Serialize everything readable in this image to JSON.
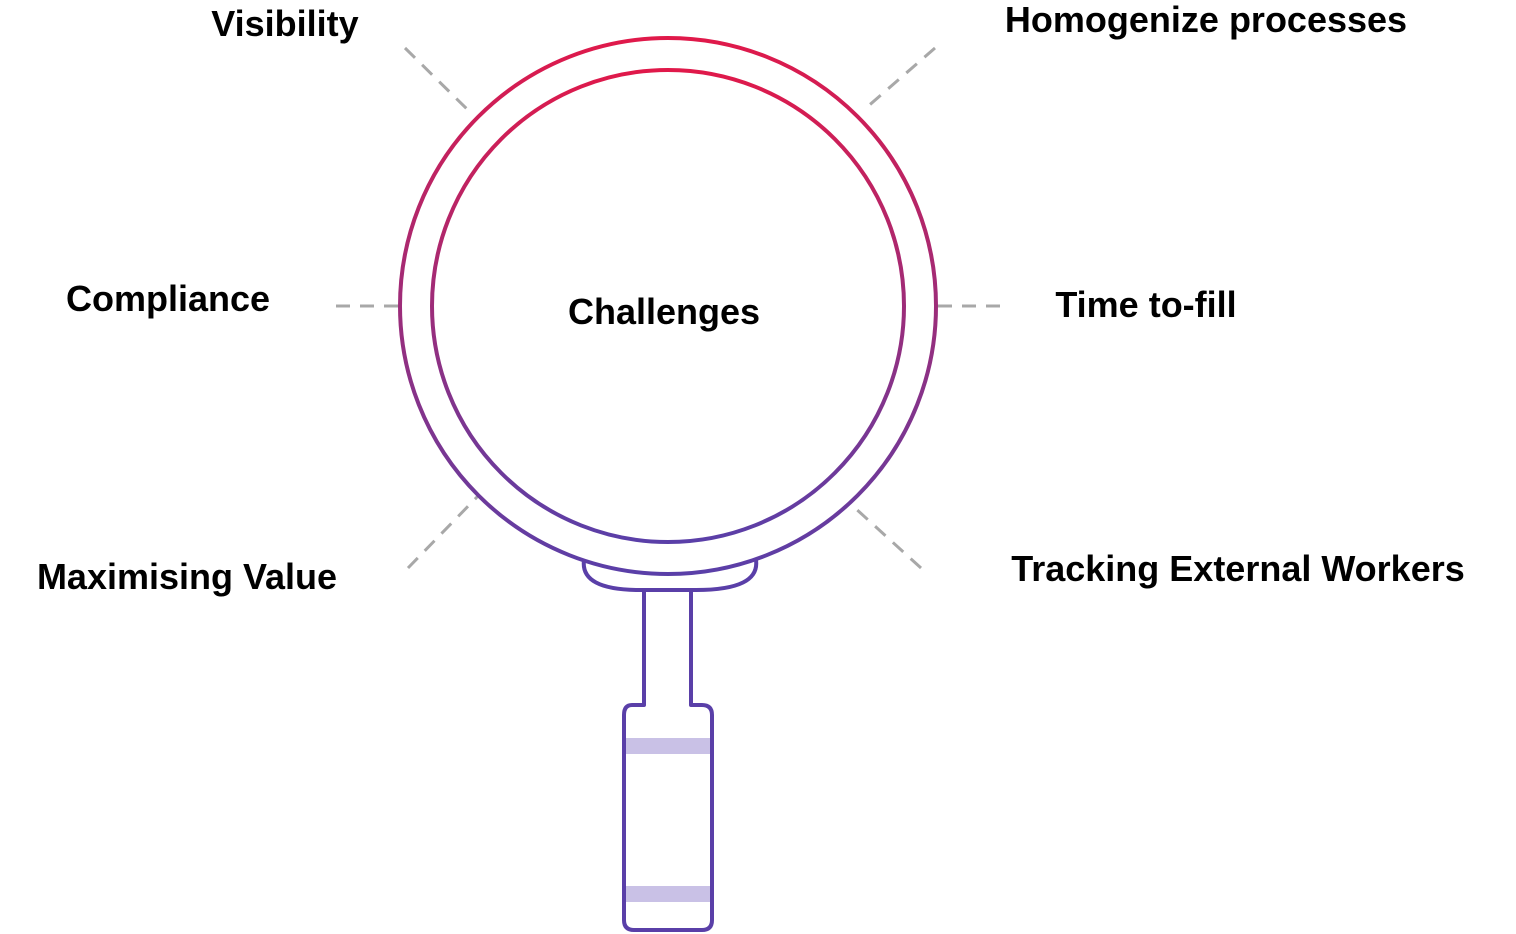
{
  "center_label": "Challenges",
  "labels": {
    "visibility": "Visibility",
    "homogenize": "Homogenize processes",
    "compliance": "Compliance",
    "time_to_fill": "Time to-fill",
    "maximising_value": "Maximising Value",
    "tracking_external": "Tracking External Workers"
  },
  "colors": {
    "gradient_top": "#e0194a",
    "gradient_bottom": "#5a3fa8",
    "handle": "#5a3fa8",
    "handle_band": "#c9c1e6",
    "connector": "#a8a8a8",
    "text": "#000000"
  },
  "icons": {
    "center": "magnifying-glass-icon"
  }
}
